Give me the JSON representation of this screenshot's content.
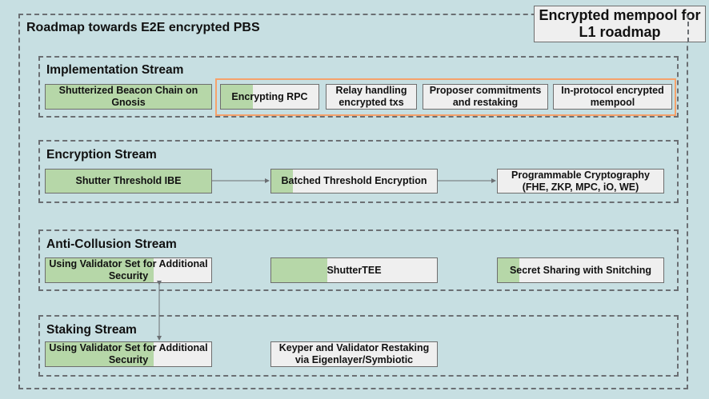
{
  "badge": {
    "line1": "Encrypted mempool for",
    "line2": "L1 roadmap"
  },
  "roadmap": {
    "title": "Roadmap towards E2E encrypted PBS"
  },
  "colors": {
    "background": "#c7dfe2",
    "progress": "#b6d7a8",
    "node": "#efefef",
    "highlight": "#f6a26b"
  },
  "streams": {
    "implementation": {
      "title": "Implementation Stream",
      "nodes": [
        {
          "label": "Shutterized Beacon Chain on Gnosis",
          "progress": 1.0
        },
        {
          "label": "Encrypting RPC",
          "progress": 0.33
        },
        {
          "label": "Relay handling encrypted txs",
          "progress": 0
        },
        {
          "label": "Proposer commitments and restaking",
          "progress": 0
        },
        {
          "label": "In-protocol encrypted mempool",
          "progress": 0
        }
      ]
    },
    "encryption": {
      "title": "Encryption Stream",
      "nodes": [
        {
          "label": "Shutter Threshold IBE",
          "progress": 1.0
        },
        {
          "label": "Batched Threshold Encryption",
          "progress": 0.13
        },
        {
          "label": "Programmable Cryptography (FHE, ZKP, MPC, iO, WE)",
          "progress": 0
        }
      ]
    },
    "anti_collusion": {
      "title": "Anti-Collusion Stream",
      "nodes": [
        {
          "label": "Using Validator Set for Additional Security",
          "progress": 0.65
        },
        {
          "label": "ShutterTEE",
          "progress": 0.34
        },
        {
          "label": "Secret Sharing with Snitching",
          "progress": 0.13
        }
      ]
    },
    "staking": {
      "title": "Staking Stream",
      "nodes": [
        {
          "label": "Using Validator Set for Additional Security",
          "progress": 0.65
        },
        {
          "label": "Keyper and Validator Restaking via Eigenlayer/Symbiotic",
          "progress": 0
        }
      ]
    }
  }
}
